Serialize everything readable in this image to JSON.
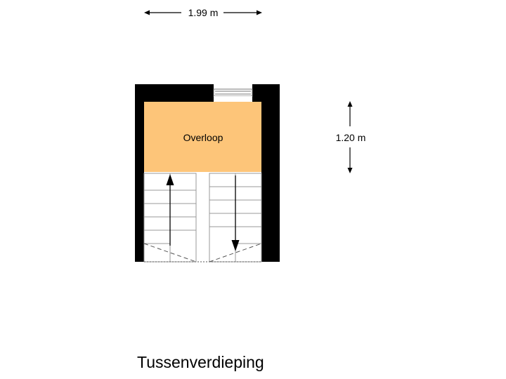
{
  "floor_title": "Tussenverdieping",
  "rooms": [
    {
      "label": "Overloop",
      "fill": "#fdc579"
    }
  ],
  "dimensions": {
    "width": "1.99 m",
    "depth": "1.20 m"
  },
  "colors": {
    "wall": "#000000",
    "room": "#fdc579",
    "stair_lines": "#888888"
  }
}
